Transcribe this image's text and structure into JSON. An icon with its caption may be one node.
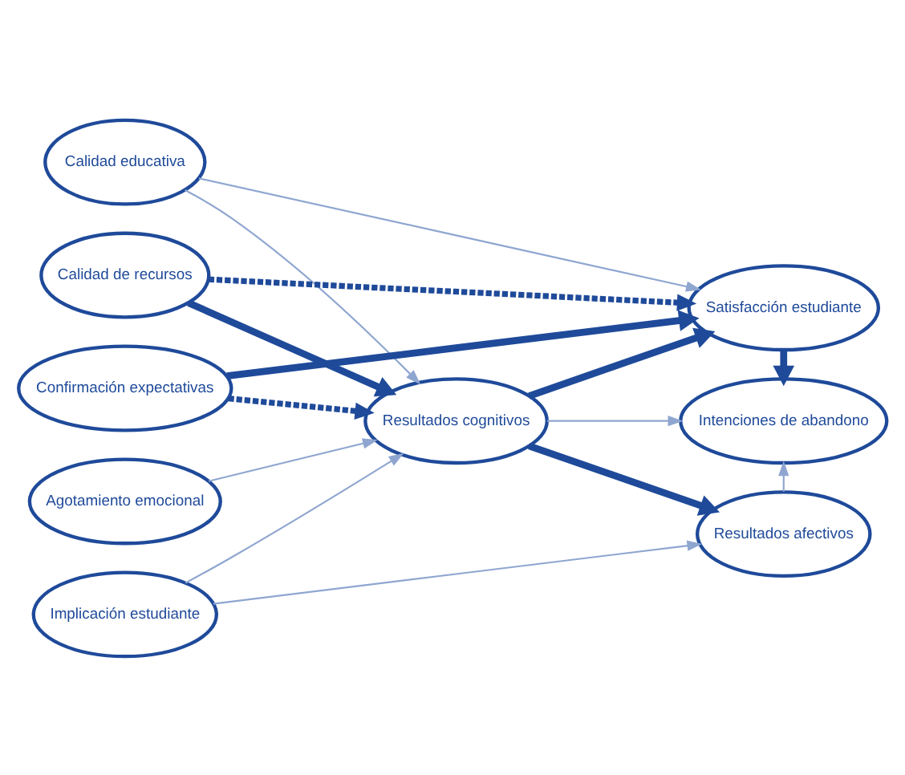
{
  "diagram": {
    "nodes": [
      {
        "text": [
          "Calidad educativa"
        ]
      },
      {
        "text": [
          "Calidad de recursos"
        ]
      },
      {
        "text": [
          "Confirmación expectativas"
        ]
      },
      {
        "text": [
          "Agotamiento emocional"
        ]
      },
      {
        "text": [
          "Implicación estudiante"
        ]
      },
      {
        "text": [
          "Resultados cognitivos"
        ]
      },
      {
        "text": [
          "Satisfacción estudiante"
        ]
      },
      {
        "text": [
          "Intenciones de abandono"
        ]
      },
      {
        "text": [
          "Resultados afectivos"
        ]
      }
    ],
    "edges": [
      {
        "from": 0,
        "to": 6,
        "arrow": "to"
      },
      {
        "from": 0,
        "to": 5,
        "arrow": "to"
      },
      {
        "from": 1,
        "to": 6,
        "arrow": "to",
        "style": "dashed",
        "color": "#1f4a9a"
      },
      {
        "from": 1,
        "to": 5,
        "arrow": "to",
        "style": "thick",
        "color": "#1f4a9a"
      },
      {
        "from": 2,
        "to": 6,
        "arrow": "to",
        "style": "thick",
        "color": "#1f4a9a"
      },
      {
        "from": 2,
        "to": 5,
        "arrow": "to",
        "style": "dashed",
        "color": "#1f4a9a"
      },
      {
        "from": 3,
        "to": 5,
        "arrow": "to"
      },
      {
        "from": 4,
        "to": 5,
        "arrow": "to"
      },
      {
        "from": 4,
        "to": 8,
        "arrow": "to"
      },
      {
        "from": 5,
        "to": 6,
        "arrow": "to",
        "style": "thick",
        "color": "#1f4a9a"
      },
      {
        "from": 5,
        "to": 7,
        "arrow": "to"
      },
      {
        "from": 5,
        "to": 8,
        "arrow": "to",
        "style": "thick",
        "color": "#1f4a9a"
      },
      {
        "from": 6,
        "to": 7,
        "arrow": "to",
        "style": "thick",
        "color": "#1f4a9a"
      },
      {
        "from": 8,
        "to": 7,
        "arrow": "to"
      }
    ]
  }
}
